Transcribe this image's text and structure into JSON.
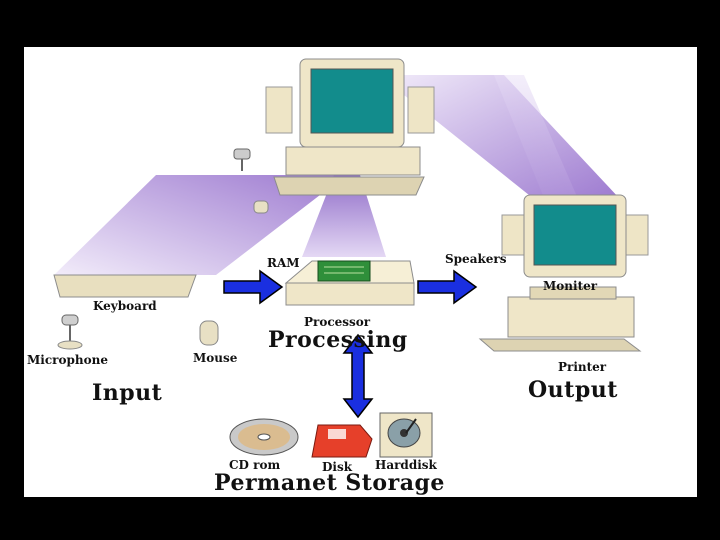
{
  "labels": {
    "ram": "RAM",
    "speakers": "Speakers",
    "keyboard": "Keyboard",
    "moniter": "Moniter",
    "processor": "Processor",
    "processing": "Processing",
    "microphone": "Microphone",
    "mouse": "Mouse",
    "printer": "Printer",
    "input": "Input",
    "output": "Output",
    "cd_rom": "CD rom",
    "disk": "Disk",
    "harddisk": "Harddisk",
    "permanet_storage": "Permanet Storage"
  },
  "colors": {
    "background": "#000000",
    "panel": "#ffffff",
    "beam": "#a883d6",
    "arrow": "#1a2fe0",
    "arrow_stroke": "#000000",
    "screen": "#128c8c",
    "case": "#efe6c8",
    "floppy": "#e6402a",
    "ram_chip": "#2f8f3a"
  },
  "icons": [
    "computer-icon",
    "monitor-icon",
    "speaker-icon",
    "microphone-icon",
    "mouse-icon",
    "keyboard-icon",
    "printer-icon",
    "cd-icon",
    "floppy-disk-icon",
    "harddisk-icon",
    "ram-module-icon",
    "system-unit-icon"
  ]
}
